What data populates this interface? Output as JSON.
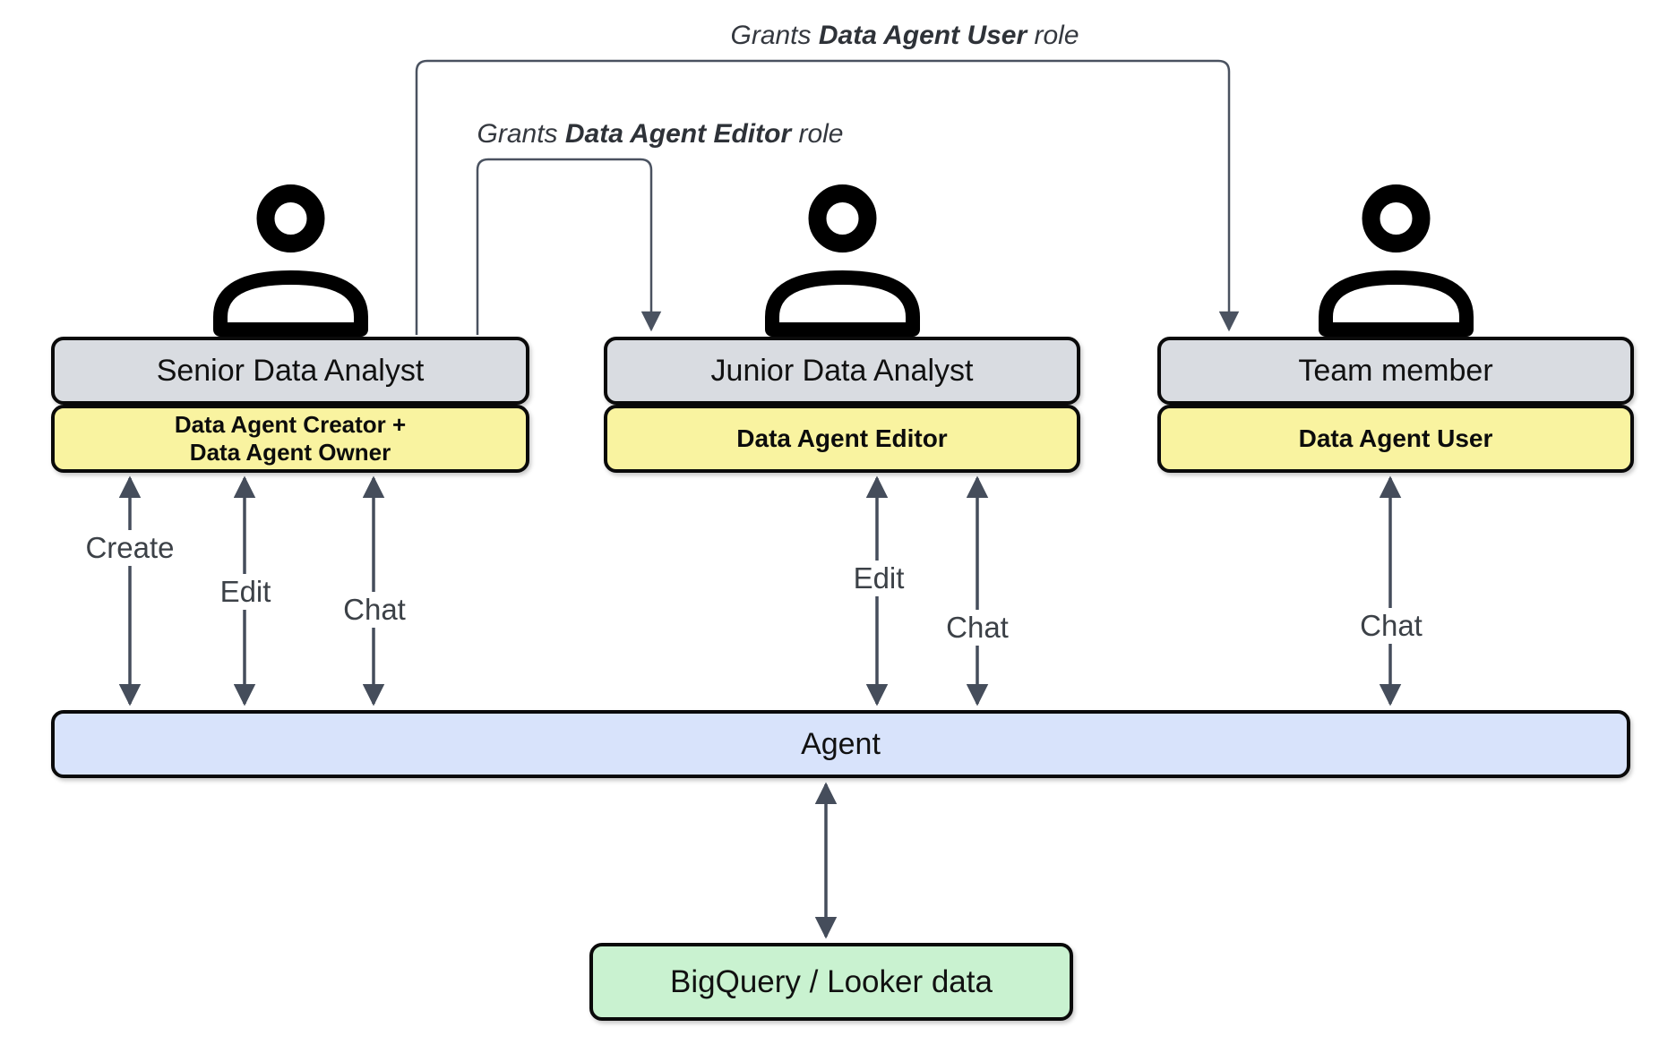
{
  "grant_labels": [
    {
      "prefix": "Grants ",
      "role": "Data Agent User",
      "suffix": " role"
    },
    {
      "prefix": "Grants ",
      "role": "Data Agent Editor",
      "suffix": " role"
    }
  ],
  "actors": [
    {
      "title": "Senior Data Analyst",
      "role_lines": [
        "Data Agent Creator +",
        "Data Agent Owner"
      ],
      "interactions": [
        "Create",
        "Edit",
        "Chat"
      ]
    },
    {
      "title": "Junior Data Analyst",
      "role_lines": [
        "Data Agent Editor"
      ],
      "interactions": [
        "Edit",
        "Chat"
      ]
    },
    {
      "title": "Team member",
      "role_lines": [
        "Data Agent User"
      ],
      "interactions": [
        "Chat"
      ]
    }
  ],
  "agent": {
    "label": "Agent"
  },
  "datasource": {
    "label": "BigQuery / Looker data"
  },
  "colors": {
    "box-gray": "#d9dce1",
    "box-yellow": "#f9f3a0",
    "box-blue": "#d8e3fb",
    "box-green": "#c9f2d0",
    "arrow": "#454d5b",
    "connector": "#4a5260"
  }
}
